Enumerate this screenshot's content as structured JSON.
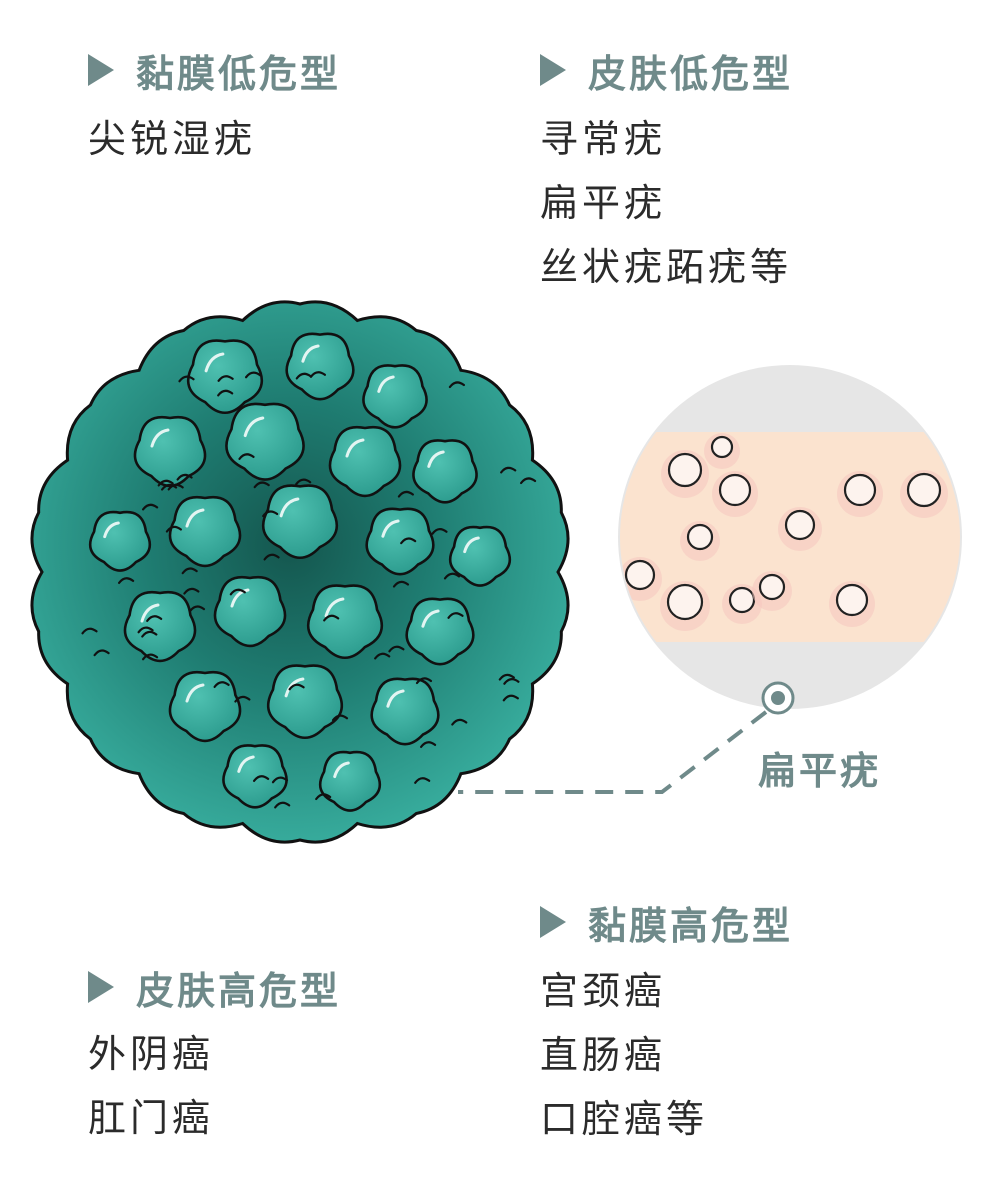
{
  "groups": {
    "mucosa_low": {
      "title": "黏膜低危型",
      "items": [
        "尖锐湿疣"
      ]
    },
    "skin_low": {
      "title": "皮肤低危型",
      "items": [
        "寻常疣",
        "扁平疣",
        "丝状疣跖疣等"
      ]
    },
    "mucosa_high": {
      "title": "黏膜高危型",
      "items": [
        "宫颈癌",
        "直肠癌",
        "口腔癌等"
      ]
    },
    "skin_high": {
      "title": "皮肤高危型",
      "items": [
        "外阴癌",
        "肛门癌"
      ]
    }
  },
  "callout": {
    "label": "扁平疣"
  },
  "colors": {
    "heading": "#6f8a8a",
    "text": "#2b2b2b",
    "virus_fill": "#2fa394",
    "virus_dark": "#0f4a43",
    "skin": "#fbe3cf",
    "lens": "#e6e6e6",
    "wart_fill": "#fdf3ee"
  }
}
